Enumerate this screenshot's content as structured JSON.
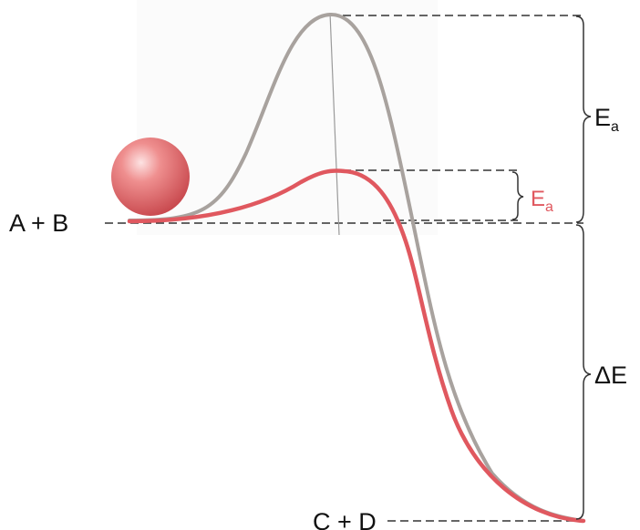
{
  "labels": {
    "reactants": "A + B",
    "products": "C + D",
    "activation_energy_uncatalyzed": {
      "main": "E",
      "sub": "a"
    },
    "activation_energy_catalyzed": {
      "main": "E",
      "sub": "a"
    },
    "energy_change": "ΔE"
  },
  "colors": {
    "uncatalyzed_curve": "#a8a29e",
    "catalyzed_curve": "#e0585f",
    "ball": "#e47272",
    "dashes": "#333333",
    "catalyzed_label": "#e0585f"
  }
}
